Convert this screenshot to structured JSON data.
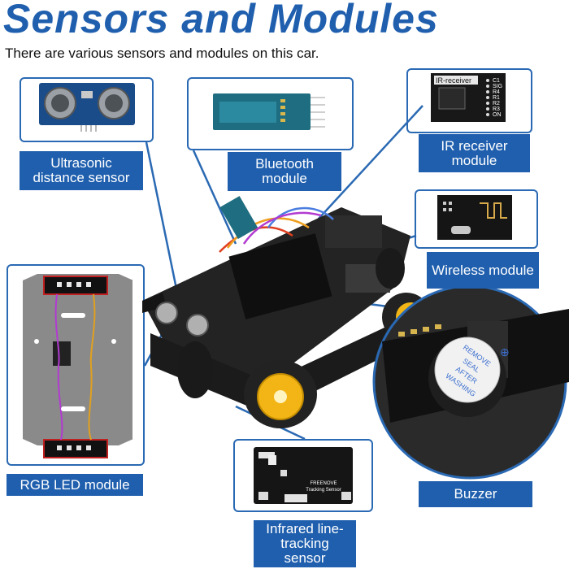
{
  "header": {
    "title": "Sensors and Modules",
    "subtitle": "There are various sensors and modules on this car."
  },
  "labels": {
    "ultrasonic": "Ultrasonic distance sensor",
    "bluetooth": "Bluetooth module",
    "ir_receiver": "IR receiver module",
    "wireless": "Wireless module",
    "rgb_led": "RGB LED module",
    "buzzer": "Buzzer",
    "infrared": "Infrared line-tracking sensor"
  },
  "ir_board": {
    "title": "IR-receiver",
    "pins": [
      "C1",
      "SIG",
      "R4",
      "R1",
      "R2",
      "R3",
      "ON"
    ]
  },
  "buzzer_sticker": [
    "REMOVE",
    "SEAL",
    "AFTER",
    "WASHING"
  ],
  "tracking_board": {
    "brand": "FREENOVE",
    "name": "Tracking Sensor"
  },
  "colors": {
    "accent": "#1f5fae",
    "frame": "#2a69b3",
    "pcb_blue": "#1b4f7a",
    "chassis": "#222222",
    "wheel_yellow": "#f2b515"
  }
}
